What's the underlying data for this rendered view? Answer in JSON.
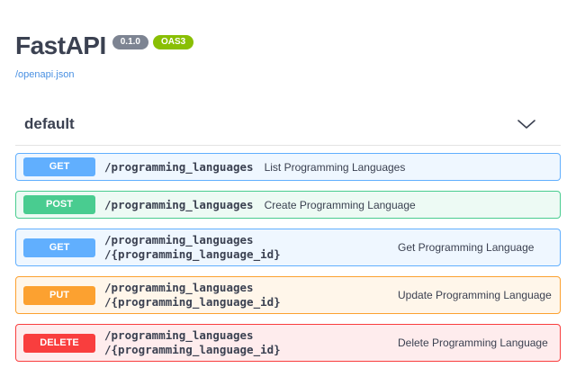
{
  "header": {
    "title": "FastAPI",
    "version_badge": "0.1.0",
    "oas_badge": "OAS3",
    "spec_link": "/openapi.json"
  },
  "section": {
    "title": "default",
    "chevron_icon": "chevron-down"
  },
  "colors": {
    "get": "#61affe",
    "post": "#49cc90",
    "put": "#fca130",
    "delete": "#f93e3e",
    "heading_text": "#3b4151",
    "link": "#4990e2",
    "version_badge_bg": "#7d8492",
    "oas_badge_bg": "#89bf04"
  },
  "operations": [
    {
      "method": "GET",
      "path": "/programming_languages",
      "description": "List Programming Languages"
    },
    {
      "method": "POST",
      "path": "/programming_languages",
      "description": "Create Programming Language"
    },
    {
      "method": "GET",
      "path": "/programming_languages\n/{programming_language_id}",
      "description": "Get Programming Language"
    },
    {
      "method": "PUT",
      "path": "/programming_languages\n/{programming_language_id}",
      "description": "Update Programming Language"
    },
    {
      "method": "DELETE",
      "path": "/programming_languages\n/{programming_language_id}",
      "description": "Delete Programming Language"
    }
  ]
}
